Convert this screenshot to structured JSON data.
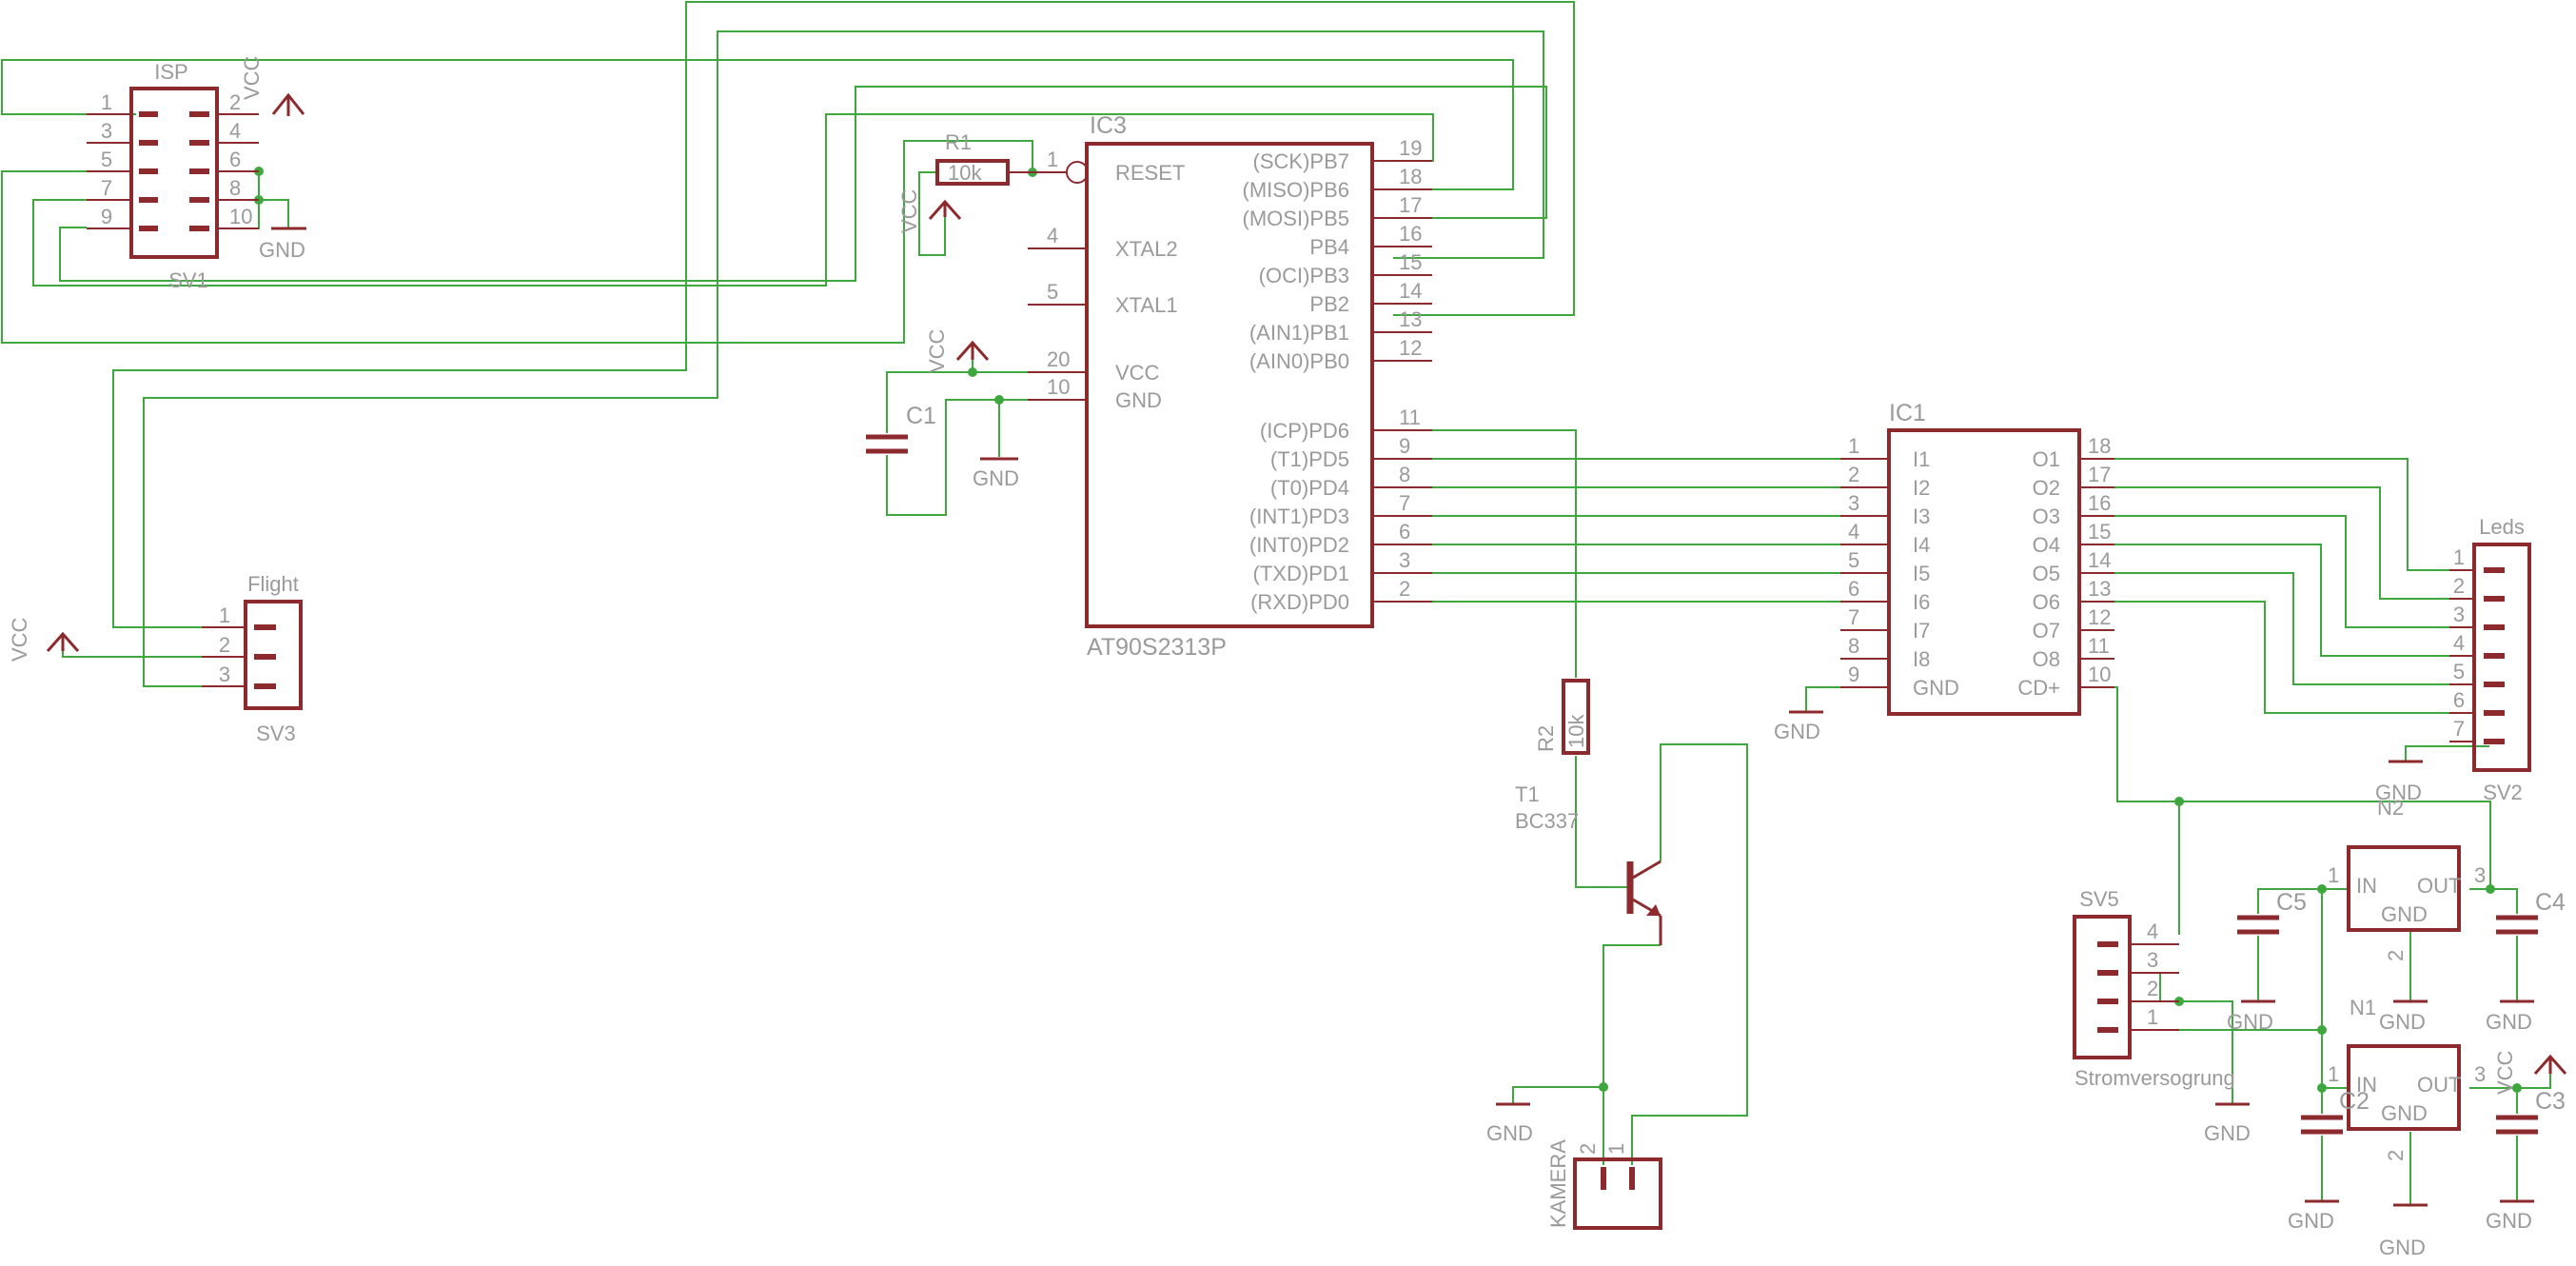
{
  "colors": {
    "background": "#ffffff",
    "component": "#8c2a2e",
    "wire": "#3ea83e",
    "text": "#9a9a9a"
  },
  "ic3": {
    "name": "IC3",
    "part": "AT90S2313P",
    "left_pins": [
      {
        "num": "1",
        "name": "RESET"
      },
      {
        "num": "4",
        "name": "XTAL2"
      },
      {
        "num": "5",
        "name": "XTAL1"
      },
      {
        "num": "20",
        "name": "VCC"
      },
      {
        "num": "10",
        "name": "GND"
      }
    ],
    "right_pins": [
      {
        "num": "19",
        "name": "(SCK)PB7"
      },
      {
        "num": "18",
        "name": "(MISO)PB6"
      },
      {
        "num": "17",
        "name": "(MOSI)PB5"
      },
      {
        "num": "16",
        "name": "PB4"
      },
      {
        "num": "15",
        "name": "(OCI)PB3"
      },
      {
        "num": "14",
        "name": "PB2"
      },
      {
        "num": "13",
        "name": "(AIN1)PB1"
      },
      {
        "num": "12",
        "name": "(AIN0)PB0"
      },
      {
        "num": "11",
        "name": "(ICP)PD6"
      },
      {
        "num": "9",
        "name": "(T1)PD5"
      },
      {
        "num": "8",
        "name": "(T0)PD4"
      },
      {
        "num": "7",
        "name": "(INT1)PD3"
      },
      {
        "num": "6",
        "name": "(INT0)PD2"
      },
      {
        "num": "3",
        "name": "(TXD)PD1"
      },
      {
        "num": "2",
        "name": "(RXD)PD0"
      }
    ]
  },
  "ic1": {
    "name": "IC1",
    "left_pins": [
      {
        "num": "1",
        "name": "I1"
      },
      {
        "num": "2",
        "name": "I2"
      },
      {
        "num": "3",
        "name": "I3"
      },
      {
        "num": "4",
        "name": "I4"
      },
      {
        "num": "5",
        "name": "I5"
      },
      {
        "num": "6",
        "name": "I6"
      },
      {
        "num": "7",
        "name": "I7"
      },
      {
        "num": "8",
        "name": "I8"
      },
      {
        "num": "9",
        "name": "GND"
      }
    ],
    "right_pins": [
      {
        "num": "18",
        "name": "O1"
      },
      {
        "num": "17",
        "name": "O2"
      },
      {
        "num": "16",
        "name": "O3"
      },
      {
        "num": "15",
        "name": "O4"
      },
      {
        "num": "14",
        "name": "O5"
      },
      {
        "num": "13",
        "name": "O6"
      },
      {
        "num": "12",
        "name": "O7"
      },
      {
        "num": "11",
        "name": "O8"
      },
      {
        "num": "10",
        "name": "CD+"
      }
    ]
  },
  "isp": {
    "title": "ISP",
    "name": "SV1",
    "left_nums": [
      "1",
      "3",
      "5",
      "7",
      "9"
    ],
    "right_nums": [
      "2",
      "4",
      "6",
      "8",
      "10"
    ],
    "vcc": "VCC",
    "gnd": "GND"
  },
  "flight": {
    "title": "Flight",
    "name": "SV3",
    "pins": [
      "1",
      "2",
      "3"
    ],
    "vcc": "VCC"
  },
  "leds": {
    "title": "Leds",
    "name": "SV2",
    "pins": [
      "1",
      "2",
      "3",
      "4",
      "5",
      "6",
      "7"
    ],
    "gnd": "GND"
  },
  "power": {
    "name": "SV5",
    "label": "Stromversogrung",
    "pins": [
      "4",
      "3",
      "2",
      "1"
    ],
    "gnd": "GND"
  },
  "r1": {
    "name": "R1",
    "value": "10k",
    "vcc": "VCC"
  },
  "r2": {
    "name": "R2",
    "value": "10k"
  },
  "c1": {
    "name": "C1",
    "vcc": "VCC",
    "gnd": "GND"
  },
  "t1": {
    "name": "T1",
    "part": "BC337"
  },
  "kamera": {
    "name": "KAMERA",
    "pins": [
      "2",
      "1"
    ],
    "gnd": "GND"
  },
  "ic1_gnd": "GND",
  "n2": {
    "name": "N2",
    "in": "IN",
    "out": "OUT",
    "gnd_label": "GND",
    "pin_in": "1",
    "pin_out": "3",
    "pin_gnd": "2",
    "gnd": "GND"
  },
  "n1": {
    "name": "N1",
    "in": "IN",
    "out": "OUT",
    "gnd_label": "GND",
    "pin_in": "1",
    "pin_out": "3",
    "pin_gnd": "2",
    "gnd": "GND",
    "vcc": "VCC"
  },
  "caps": {
    "c2": {
      "name": "C2",
      "gnd": "GND"
    },
    "c3": {
      "name": "C3",
      "gnd": "GND"
    },
    "c4": {
      "name": "C4",
      "gnd": "GND"
    },
    "c5": {
      "name": "C5",
      "gnd": "GND"
    }
  }
}
